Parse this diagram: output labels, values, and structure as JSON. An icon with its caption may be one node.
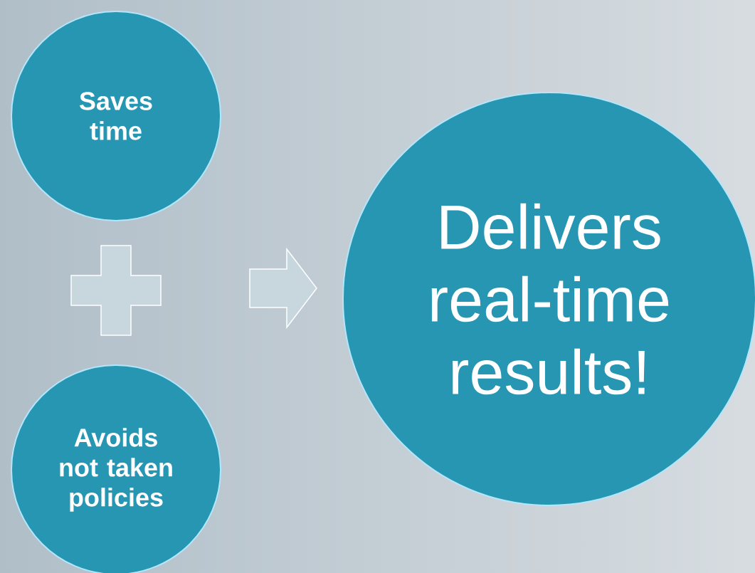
{
  "diagram": {
    "nodes": [
      {
        "text": [
          "Saves time"
        ]
      },
      {
        "text": [],
        "shape": "plus"
      },
      {
        "text": [
          "Avoids not taken policies"
        ]
      },
      {
        "text": [],
        "shape": "arrow"
      },
      {
        "text": [
          "Delivers real-time results!"
        ]
      }
    ]
  }
}
